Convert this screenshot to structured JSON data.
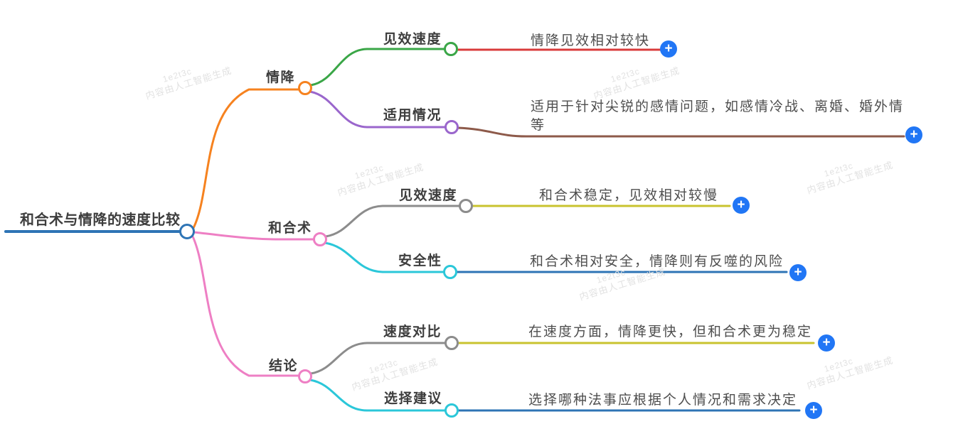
{
  "root": {
    "label": "和合术与情降的速度比较"
  },
  "branches": [
    {
      "label": "情降",
      "children": [
        {
          "label": "见效速度",
          "leaf": "情降见效相对较快"
        },
        {
          "label": "适用情况",
          "leaf": "适用于针对尖锐的感情问题，如感情冷战、离婚、婚外情等"
        }
      ]
    },
    {
      "label": "和合术",
      "children": [
        {
          "label": "见效速度",
          "leaf": "和合术稳定，见效相对较慢"
        },
        {
          "label": "安全性",
          "leaf": "和合术相对安全，情降则有反噬的风险"
        }
      ]
    },
    {
      "label": "结论",
      "children": [
        {
          "label": "速度对比",
          "leaf": "在速度方面，情降更快，但和合术更为稳定"
        },
        {
          "label": "选择建议",
          "leaf": "选择哪种法事应根据个人情况和需求决定"
        }
      ]
    }
  ],
  "add_button_label": "+",
  "watermark": {
    "line1": "1e2t3c",
    "line2": "内容由人工智能生成"
  },
  "palette": {
    "root_blue": "#2e74b5",
    "branch_orange": "#f6821f",
    "branch_pink": "#ee7fc4",
    "green": "#3aa647",
    "red": "#d93b3b",
    "purple": "#9a66cc",
    "brown": "#8d5a4a",
    "gray": "#8c8c8c",
    "olive": "#c9c32f",
    "cyan": "#2bc7d9",
    "leaf_blue": "#2e74b5",
    "plus_blue": "#2176f5",
    "node_text": "#3d3d3d",
    "leaf_text": "#4e4e4e",
    "watermark_gray": "#e2e2e2"
  }
}
